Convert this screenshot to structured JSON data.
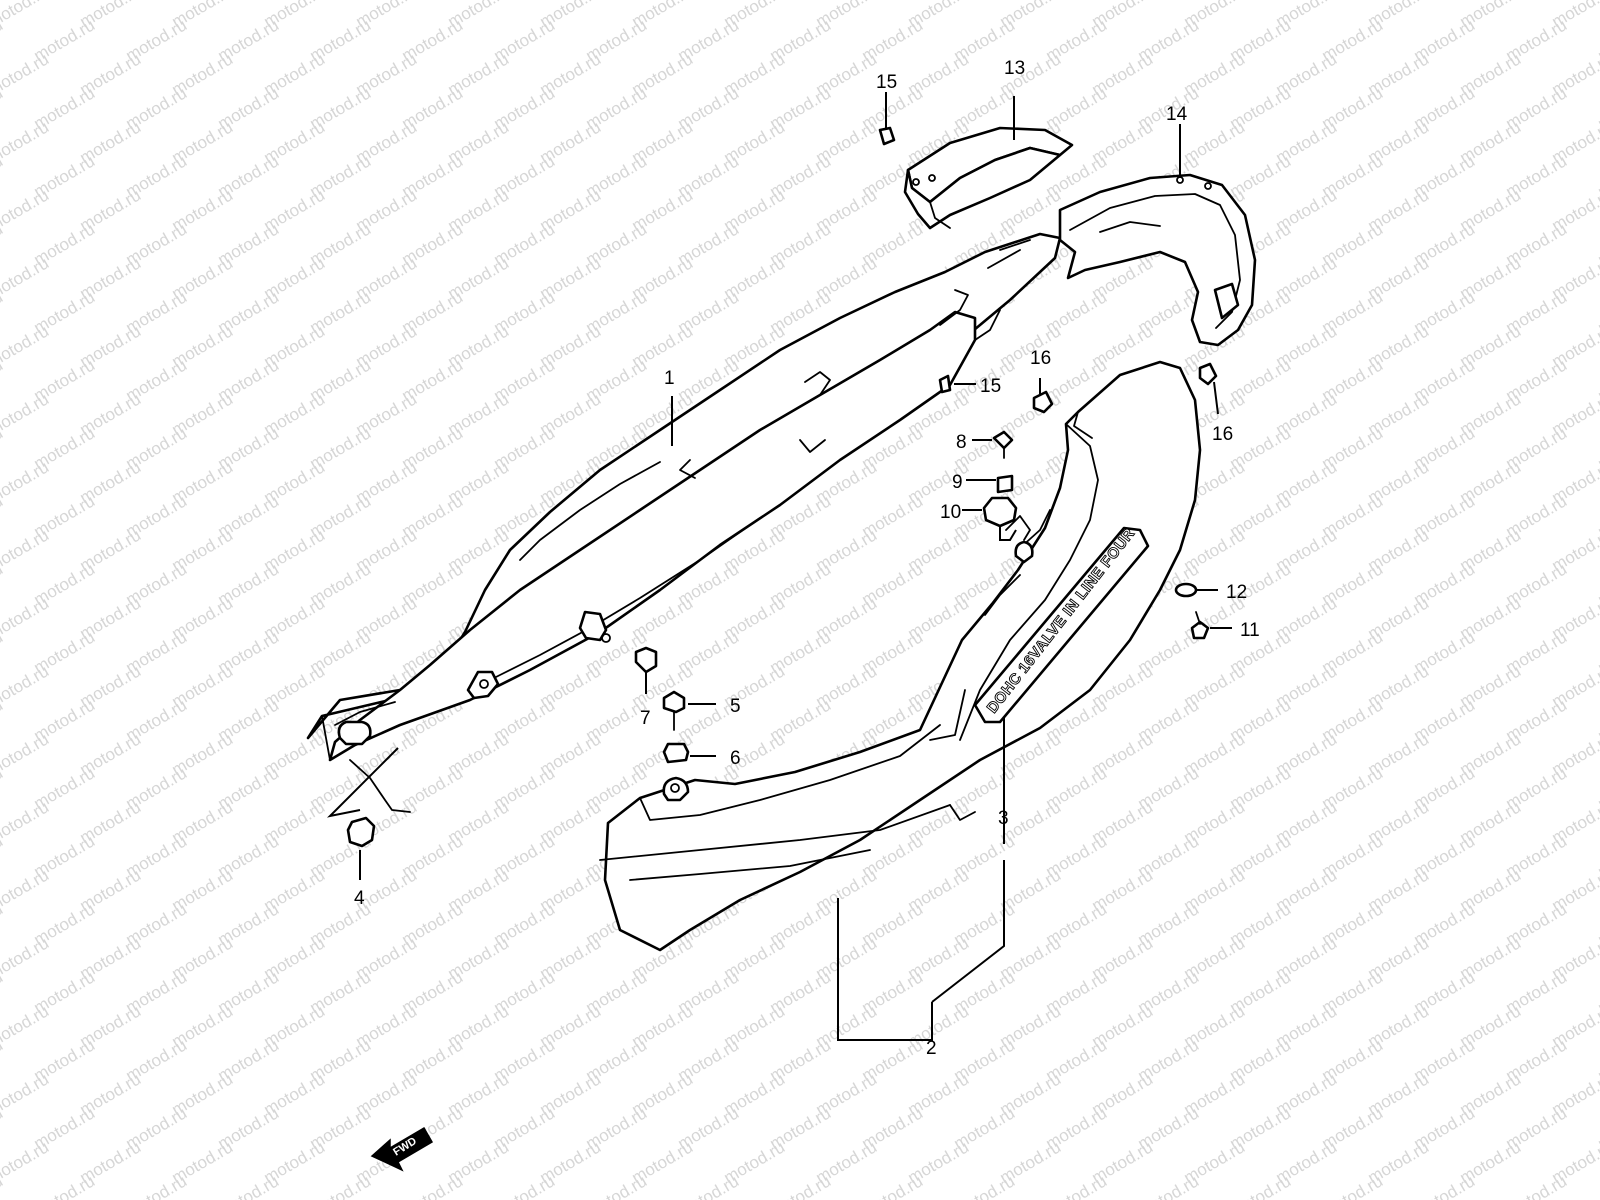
{
  "watermark": "motod.ru",
  "emblem_text": "DOHC 16VALVE IN LINE FOUR",
  "direction_marker": "FWD",
  "labels": [
    "1",
    "2",
    "3",
    "4",
    "5",
    "6",
    "7",
    "8",
    "9",
    "10",
    "11",
    "12",
    "13",
    "14",
    "15",
    "15",
    "16",
    "16"
  ],
  "colors": {
    "line": "#000000",
    "background": "#ffffff",
    "watermark": "#d6d6d6"
  }
}
